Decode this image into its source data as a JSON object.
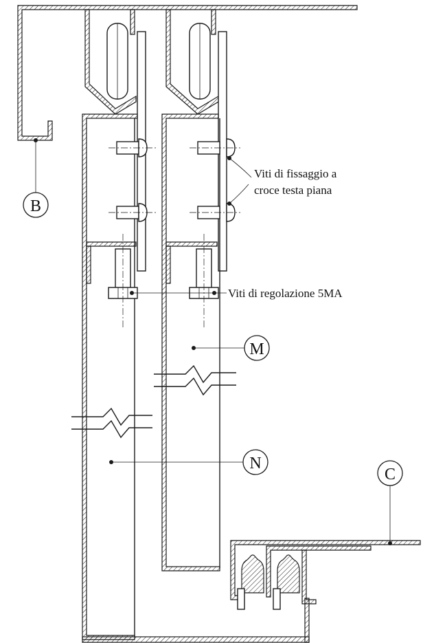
{
  "callouts": {
    "B": "B",
    "M": "M",
    "N": "N",
    "C": "C"
  },
  "notes": {
    "screws_line1": "Viti di fissaggio a",
    "screws_line2": "croce testa piana",
    "adjust": "Viti di regolazione 5MA"
  },
  "colors": {
    "line": "#1a1a1a",
    "background": "#ffffff"
  }
}
